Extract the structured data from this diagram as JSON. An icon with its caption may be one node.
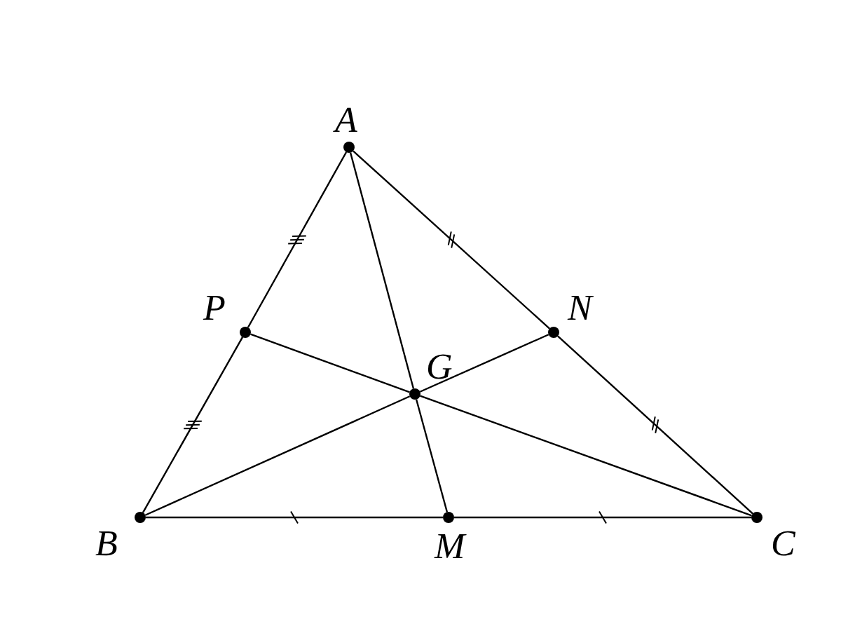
{
  "diagram": {
    "nodes": [
      {
        "text": [
          "A"
        ]
      },
      {
        "text": [
          "P"
        ]
      },
      {
        "text": [
          "N"
        ]
      },
      {
        "text": [
          "G"
        ]
      },
      {
        "text": [
          "B"
        ]
      },
      {
        "text": [
          "M"
        ]
      },
      {
        "text": [
          "C"
        ]
      }
    ],
    "edges": [
      {
        "from": 0,
        "to": 1,
        "arrow": "none"
      },
      {
        "from": 1,
        "to": 4,
        "arrow": "none"
      },
      {
        "from": 4,
        "to": 5,
        "arrow": "none"
      },
      {
        "from": 5,
        "to": 6,
        "arrow": "none"
      },
      {
        "from": 6,
        "to": 2,
        "arrow": "none"
      },
      {
        "from": 2,
        "to": 0,
        "arrow": "none"
      },
      {
        "from": 0,
        "to": 3,
        "arrow": "none"
      },
      {
        "from": 3,
        "to": 5,
        "arrow": "none"
      },
      {
        "from": 4,
        "to": 3,
        "arrow": "none"
      },
      {
        "from": 3,
        "to": 2,
        "arrow": "none"
      },
      {
        "from": 1,
        "to": 3,
        "arrow": "none"
      },
      {
        "from": 3,
        "to": 6,
        "arrow": "none"
      }
    ]
  }
}
